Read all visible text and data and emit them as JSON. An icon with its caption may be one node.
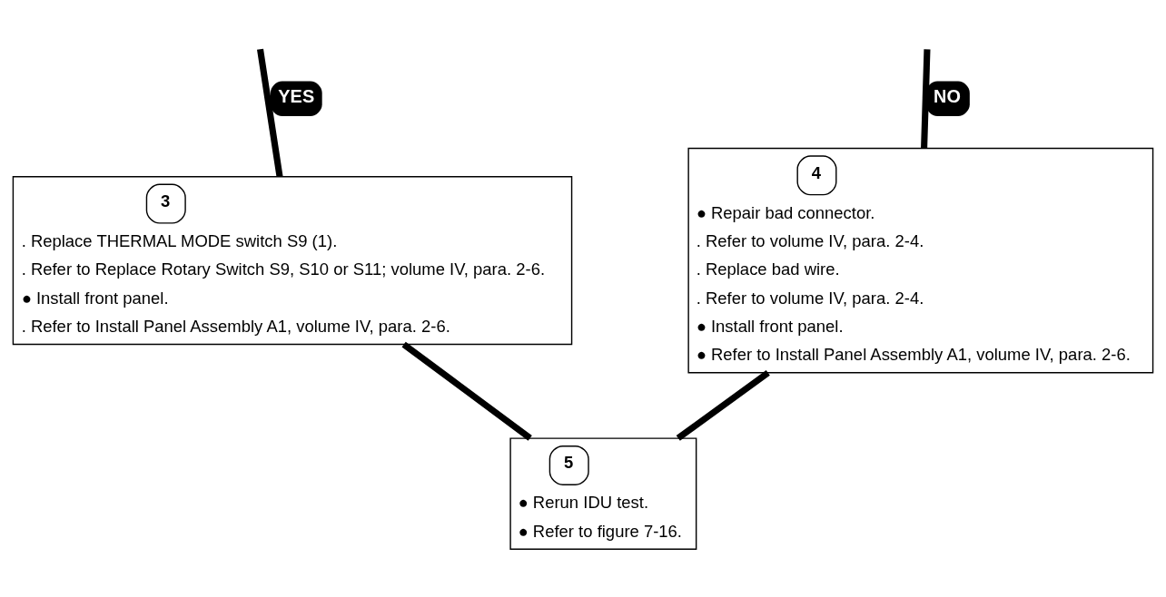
{
  "diagram": {
    "nodes": [
      {
        "text": [
          "3",
          ". Replace THERMAL MODE switch S9 (1).",
          ". Refer to Replace Rotary Switch S9, S10 or S11; volume IV, para. 2-6.",
          "● Install front panel.",
          ". Refer to Install Panel Assembly A1, volume IV, para. 2-6."
        ]
      },
      {
        "text": [
          "4",
          "● Repair bad connector.",
          ". Refer to volume IV, para. 2-4.",
          ". Replace bad wire.",
          ". Refer to volume IV, para. 2-4.",
          "● Install front panel.",
          "● Refer to Install Panel Assembly A1, volume IV, para. 2-6."
        ]
      },
      {
        "text": [
          "5",
          "● Rerun IDU test.",
          "● Refer to figure 7-16."
        ]
      }
    ],
    "edges": [
      {
        "from": null,
        "to": 0,
        "arrow": "none",
        "label": "YES"
      },
      {
        "from": null,
        "to": 1,
        "arrow": "none",
        "label": "NO"
      },
      {
        "from": 0,
        "to": 2,
        "arrow": "none"
      },
      {
        "from": 1,
        "to": 2,
        "arrow": "none"
      }
    ]
  }
}
